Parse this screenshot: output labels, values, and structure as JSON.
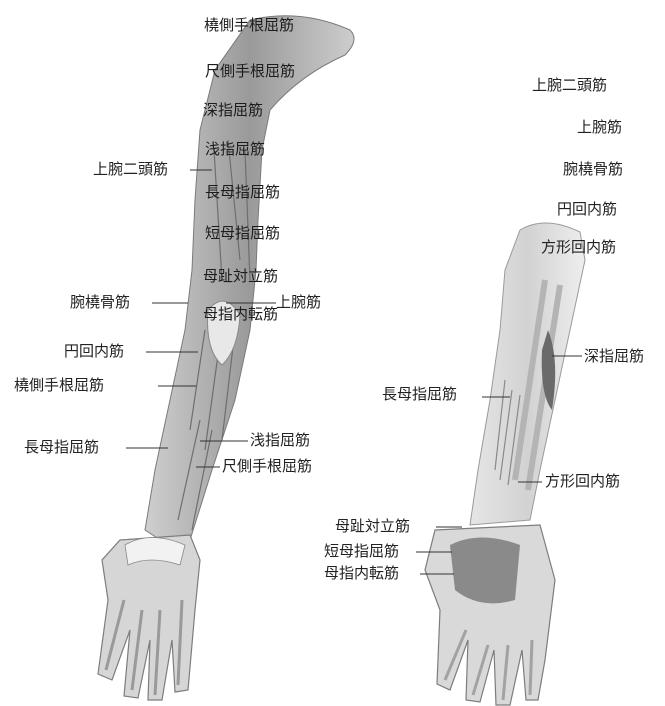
{
  "left_figure": {
    "labels": [
      {
        "id": "l1",
        "text": "橈側手根屈筋"
      },
      {
        "id": "l2",
        "text": "尺側手根屈筋"
      },
      {
        "id": "l3",
        "text": "深指屈筋"
      },
      {
        "id": "l4",
        "text": "浅指屈筋"
      },
      {
        "id": "l5",
        "text": "上腕二頭筋"
      },
      {
        "id": "l6",
        "text": "長母指屈筋"
      },
      {
        "id": "l7",
        "text": "短母指屈筋"
      },
      {
        "id": "l8",
        "text": "母趾対立筋"
      },
      {
        "id": "l9",
        "text": "腕橈骨筋"
      },
      {
        "id": "l10",
        "text": "上腕筋"
      },
      {
        "id": "l11",
        "text": "母指内転筋"
      },
      {
        "id": "l12",
        "text": "円回内筋"
      },
      {
        "id": "l13",
        "text": "橈側手根屈筋"
      },
      {
        "id": "l14",
        "text": "浅指屈筋"
      },
      {
        "id": "l15",
        "text": "長母指屈筋"
      },
      {
        "id": "l16",
        "text": "尺側手根屈筋"
      }
    ]
  },
  "right_figure": {
    "labels": [
      {
        "id": "r1",
        "text": "上腕二頭筋"
      },
      {
        "id": "r2",
        "text": "上腕筋"
      },
      {
        "id": "r3",
        "text": "腕橈骨筋"
      },
      {
        "id": "r4",
        "text": "円回内筋"
      },
      {
        "id": "r5",
        "text": "方形回内筋"
      },
      {
        "id": "r6",
        "text": "深指屈筋"
      },
      {
        "id": "r7",
        "text": "長母指屈筋"
      },
      {
        "id": "r8",
        "text": "方形回内筋"
      },
      {
        "id": "r9",
        "text": "母趾対立筋"
      },
      {
        "id": "r10",
        "text": "短母指屈筋"
      },
      {
        "id": "r11",
        "text": "母指内転筋"
      }
    ]
  }
}
